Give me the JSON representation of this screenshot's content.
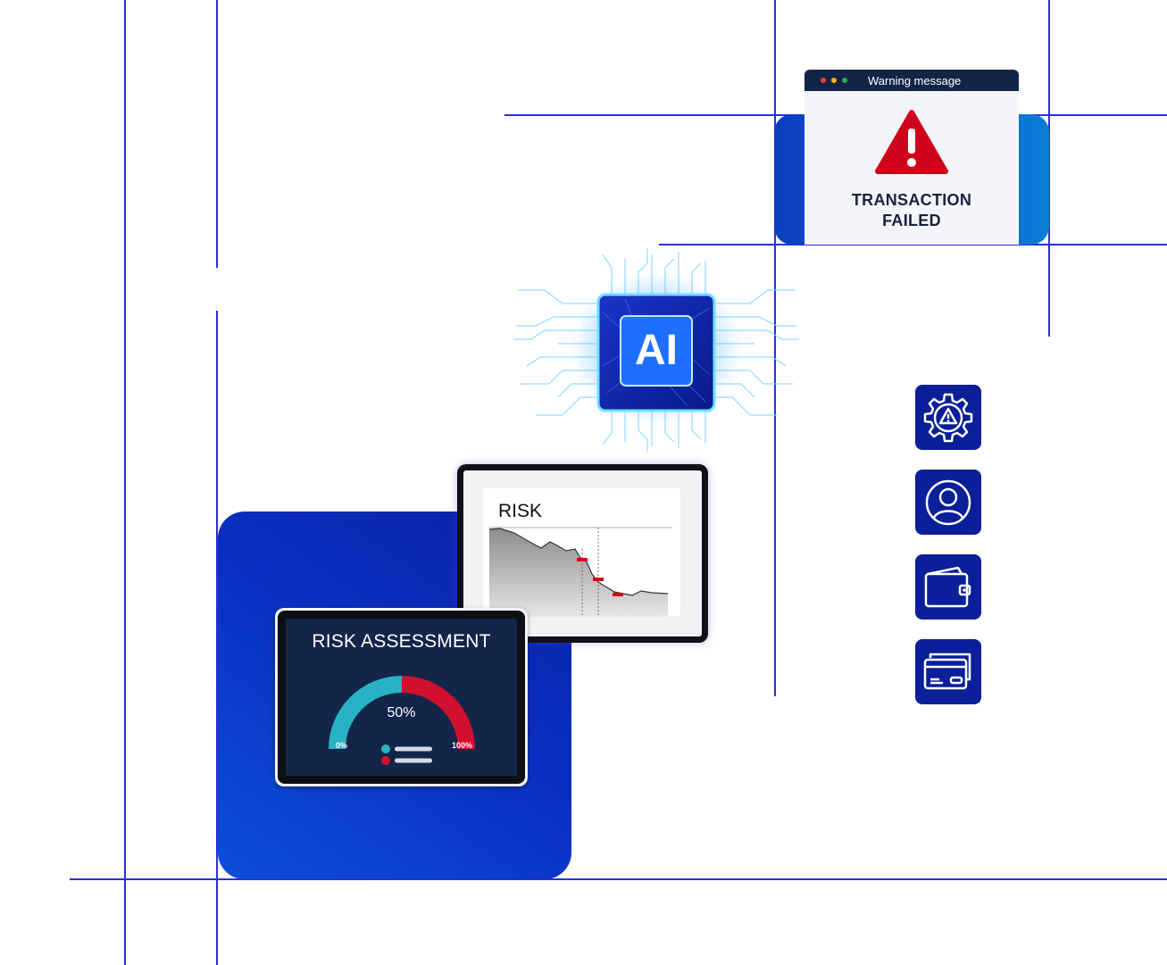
{
  "warning": {
    "title": "Warning message",
    "line1": "TRANSACTION",
    "line2": "FAILED",
    "colors": {
      "bar": "#132547",
      "danger": "#d0021b",
      "text": "#18223d"
    }
  },
  "ai_chip": {
    "label": "AI"
  },
  "risk_chart": {
    "title": "RISK"
  },
  "risk_assessment": {
    "title": "RISK ASSESSMENT",
    "gauge_value": "50%",
    "gauge_percent": 50,
    "min_label": "0%",
    "max_label": "100%",
    "colors": {
      "low": "#27b3c3",
      "high": "#d0102c"
    }
  },
  "icons": [
    "gear-warning-icon",
    "user-icon",
    "wallet-icon",
    "credit-card-icon"
  ]
}
